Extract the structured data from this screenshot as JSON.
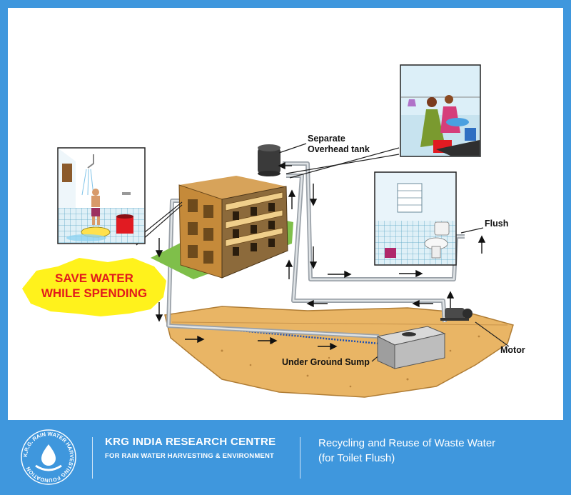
{
  "diagram": {
    "labels": {
      "tank_line1": "Separate",
      "tank_line2": "Overhead tank",
      "flush": "Flush",
      "motor": "Motor",
      "sump": "Under Ground Sump"
    },
    "badge": {
      "line1": "SAVE WATER",
      "line2": "WHILE SPENDING"
    }
  },
  "footer": {
    "logo_text": "K.R.G. RAIN WATER HARVESTING FOUNDATION",
    "org_name": "KRG INDIA RESEARCH CENTRE",
    "org_tagline": "FOR RAIN WATER HARVESTING & ENVIRONMENT",
    "caption_line1": "Recycling and Reuse of Waste Water",
    "caption_line2": "(for Toilet Flush)"
  },
  "colors": {
    "frame_blue": "#3f97dd",
    "soil": "#e8b463",
    "pipe": "#b9bec4",
    "building": "#c58a3a",
    "badge_yellow": "#fff21c",
    "badge_red": "#e21b1b"
  }
}
